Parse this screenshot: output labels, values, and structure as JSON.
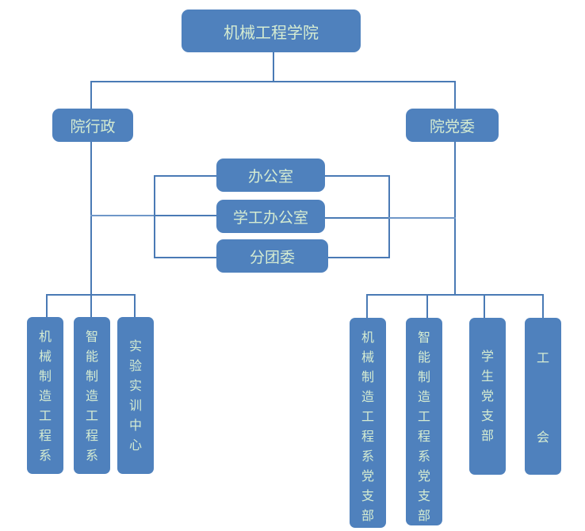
{
  "diagram": {
    "root": {
      "label": "机械工程学院"
    },
    "branches": [
      {
        "label": "院行政"
      },
      {
        "label": "院党委"
      }
    ],
    "shared_offices": [
      {
        "label": "办公室"
      },
      {
        "label": "学工办公室"
      },
      {
        "label": "分团委"
      }
    ],
    "admin_units": [
      {
        "label": "机械制造工程系"
      },
      {
        "label": "智能制造工程系"
      },
      {
        "label": "实验实训中心"
      }
    ],
    "party_units": [
      {
        "label": "机械制造工程系党支部"
      },
      {
        "label": "智能制造工程系党支部"
      },
      {
        "label": "学生党支部"
      },
      {
        "label": "工会"
      }
    ],
    "colors": {
      "node_fill": "#4f81bd",
      "node_text": "#d5ecd2",
      "connector": "#4a7ab5"
    }
  }
}
